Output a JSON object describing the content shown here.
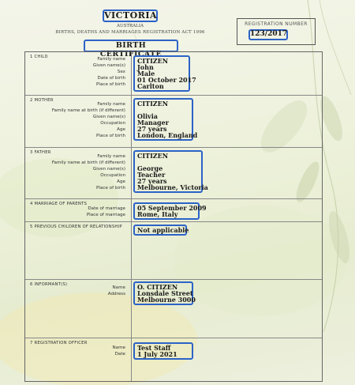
{
  "header": {
    "state": "VICTORIA",
    "country": "AUSTRALIA",
    "act": "BIRTHS, DEATHS AND MARRIAGES REGISTRATION ACT 1996",
    "registration_label": "REGISTRATION NUMBER",
    "registration_number": "123/2017",
    "document_title": "BIRTH CERTIFICATE"
  },
  "sections": {
    "child": {
      "title": "1  CHILD",
      "labels": [
        "Family name",
        "Given name(s)",
        "Sex",
        "Date of birth",
        "Place of birth"
      ],
      "values": [
        "CITIZEN",
        "John",
        "Male",
        "01 October 2017",
        "Carlton"
      ]
    },
    "mother": {
      "title": "2  MOTHER",
      "labels": [
        "Family name",
        "Family name at birth (if different)",
        "Given name(s)",
        "Occupation",
        "Age",
        "Place of birth"
      ],
      "values": [
        "CITIZEN",
        "",
        "Olivia",
        "Manager",
        "27 years",
        "London, England"
      ]
    },
    "father": {
      "title": "3  FATHER",
      "labels": [
        "Family name",
        "Family name at birth (if different)",
        "Given name(s)",
        "Occupation",
        "Age",
        "Place of birth"
      ],
      "values": [
        "CITIZEN",
        "",
        "George",
        "Teacher",
        "27 years",
        "Melbourne, Victoria"
      ]
    },
    "marriage": {
      "title": "4  MARRIAGE OF PARENTS",
      "labels": [
        "Date of marriage",
        "Place of marriage"
      ],
      "values": [
        "05 September 2009",
        "Rome, Italy"
      ]
    },
    "previous_children": {
      "title": "5  PREVIOUS CHILDREN OF RELATIONSHIP",
      "values": [
        "Not applicable"
      ]
    },
    "informant": {
      "title": "6  INFORMANT(S)",
      "labels": [
        "Name",
        "Address"
      ],
      "values": [
        "O. CITIZEN",
        "Lonsdale Street",
        "Melbourne 3000"
      ]
    },
    "officer": {
      "title": "7  REGISTRATION OFFICER",
      "labels": [
        "Name",
        "Date"
      ],
      "values": [
        "Test Staff",
        "1 July 2021"
      ]
    }
  },
  "colors": {
    "highlight_border": "#2c63c7",
    "background": "#eef2dc",
    "text": "#1a1a1a"
  }
}
